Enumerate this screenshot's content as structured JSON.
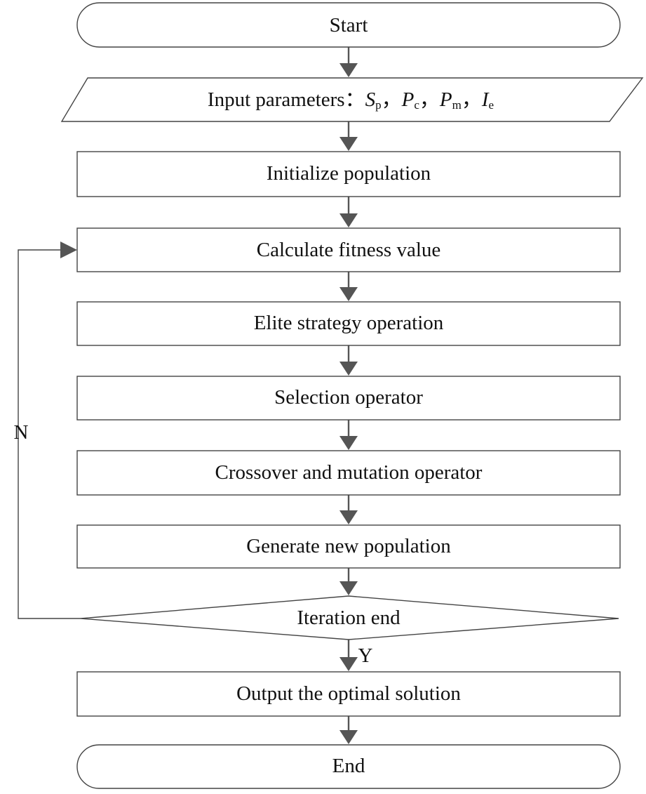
{
  "flowchart": {
    "nodes": [
      {
        "id": "start",
        "type": "terminal",
        "label": "Start"
      },
      {
        "id": "input",
        "type": "io",
        "label": "Input parameters：",
        "params": [
          {
            "symbol": "S",
            "sub": "p",
            "sep": "，"
          },
          {
            "symbol": "P",
            "sub": "c",
            "sep": "，"
          },
          {
            "symbol": "P",
            "sub": "m",
            "sep": "，"
          },
          {
            "symbol": "I",
            "sub": "e",
            "sep": ""
          }
        ]
      },
      {
        "id": "init",
        "type": "process",
        "label": "Initialize population"
      },
      {
        "id": "fitness",
        "type": "process",
        "label": "Calculate fitness value"
      },
      {
        "id": "elite",
        "type": "process",
        "label": "Elite strategy operation"
      },
      {
        "id": "selection",
        "type": "process",
        "label": "Selection operator"
      },
      {
        "id": "crossover",
        "type": "process",
        "label": "Crossover and mutation operator"
      },
      {
        "id": "generate",
        "type": "process",
        "label": "Generate new population"
      },
      {
        "id": "iteration",
        "type": "decision",
        "label": "Iteration end"
      },
      {
        "id": "output",
        "type": "process",
        "label": "Output the optimal solution"
      },
      {
        "id": "end",
        "type": "terminal",
        "label": "End"
      }
    ],
    "edges": [
      {
        "from": "start",
        "to": "input"
      },
      {
        "from": "input",
        "to": "init"
      },
      {
        "from": "init",
        "to": "fitness"
      },
      {
        "from": "fitness",
        "to": "elite"
      },
      {
        "from": "elite",
        "to": "selection"
      },
      {
        "from": "selection",
        "to": "crossover"
      },
      {
        "from": "crossover",
        "to": "generate"
      },
      {
        "from": "generate",
        "to": "iteration"
      },
      {
        "from": "iteration",
        "to": "output",
        "label": "Y"
      },
      {
        "from": "output",
        "to": "end"
      },
      {
        "from": "iteration",
        "to": "fitness",
        "label": "N"
      }
    ]
  }
}
